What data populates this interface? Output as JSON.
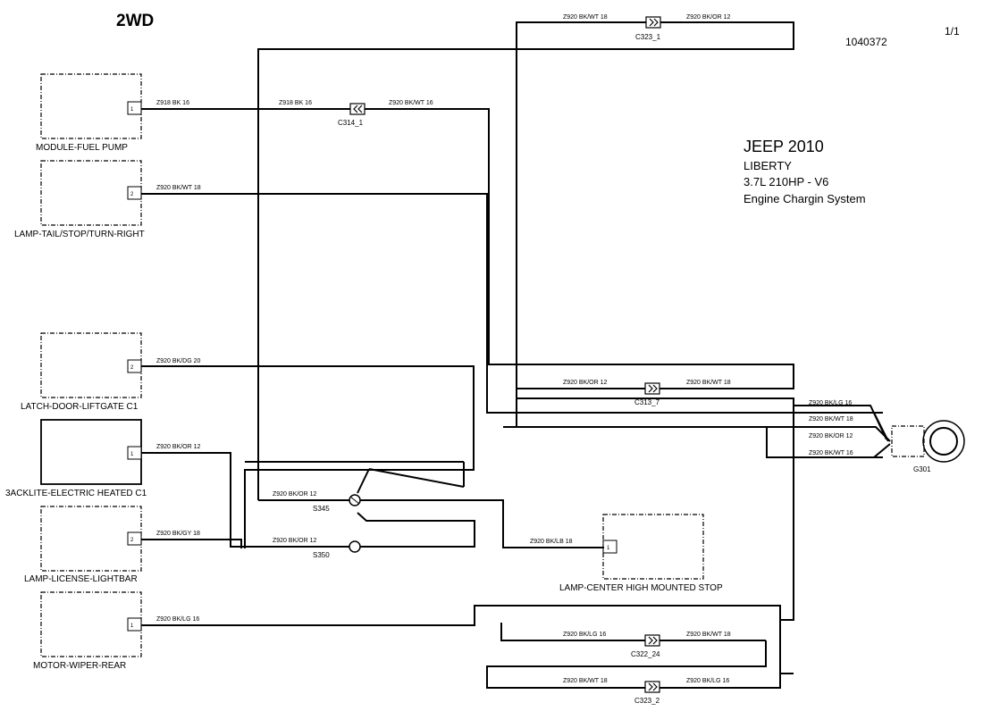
{
  "header": {
    "drive": "2WD",
    "doc_number": "1040372",
    "page": "1/1"
  },
  "title_block": {
    "make_year": "JEEP 2010",
    "model": "LIBERTY",
    "engine": "3.7L  210HP  - V6",
    "system": "Engine Chargin System"
  },
  "components": {
    "fuel_pump": "MODULE-FUEL PUMP",
    "tail_lamp": "LAMP-TAIL/STOP/TURN-RIGHT",
    "liftgate_latch": "LATCH-DOOR-LIFTGATE C1",
    "backlite": "3ACKLITE-ELECTRIC HEATED C1",
    "license_lamp": "LAMP-LICENSE-LIGHTBAR",
    "wiper_motor": "MOTOR-WIPER-REAR",
    "chmsl": "LAMP-CENTER HIGH MOUNTED STOP",
    "ground": "G301"
  },
  "pins": {
    "fuel_pump": "1",
    "tail_lamp": "2",
    "liftgate_latch": "2",
    "backlite": "1",
    "license_lamp": "2",
    "wiper_motor": "1",
    "chmsl": "1"
  },
  "connectors": {
    "c323_1": "C323_1",
    "c314_1": "C314_1",
    "c313_7": "C313_7",
    "c322_24": "C322_24",
    "c323_2": "C323_2"
  },
  "splices": {
    "s345": "S345",
    "s350": "S350"
  },
  "wires": {
    "c323_1_left": "Z920 BK/WT 18",
    "c323_1_right": "Z920 BK/OR 12",
    "fuel_pump_out": "Z918 BK 16",
    "c314_1_left": "Z918 BK 16",
    "c314_1_right": "Z920 BK/WT 16",
    "tail_lamp_out": "Z920 BK/WT 18",
    "liftgate_out": "Z920 BK/DG 20",
    "backlite_out": "Z920 BK/OR 12",
    "license_out": "Z920 BK/GY 18",
    "wiper_out": "Z920 BK/LG 16",
    "s345_in": "Z920 BK/OR 12",
    "s350_in": "Z920 BK/OR 12",
    "chmsl_in": "Z920 BK/LB 18",
    "c313_7_left": "Z920 BK/OR 12",
    "c313_7_right": "Z920 BK/WT 18",
    "g301_1": "Z920 BK/LG 16",
    "g301_2": "Z920 BK/WT 18",
    "g301_3": "Z920 BK/OR 12",
    "g301_4": "Z920 BK/WT 16",
    "c322_24_left": "Z920 BK/LG 16",
    "c322_24_right": "Z920 BK/WT 18",
    "c323_2_left": "Z920 BK/WT 18",
    "c323_2_right": "Z920 BK/LG 16"
  }
}
